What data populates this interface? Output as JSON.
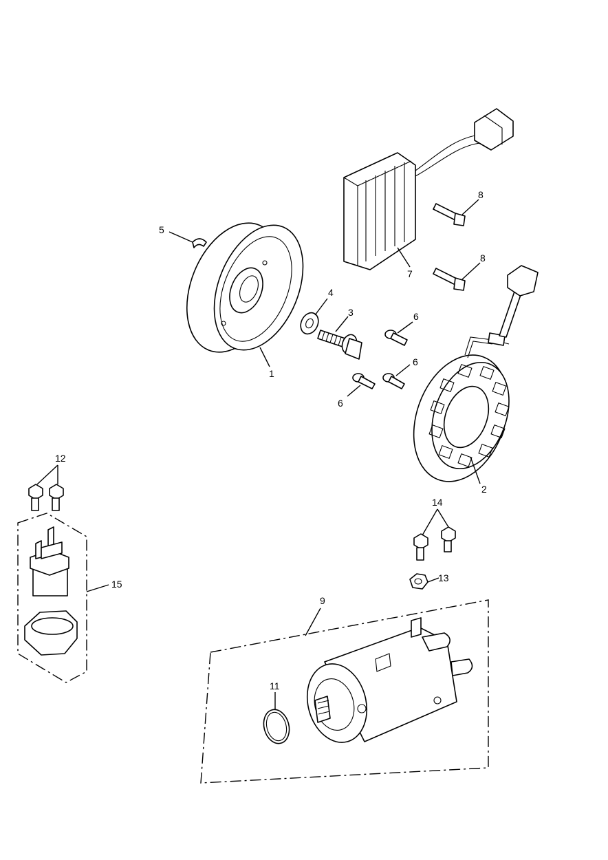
{
  "callouts": {
    "c1": "1",
    "c2": "2",
    "c3": "3",
    "c4": "4",
    "c5": "5",
    "c6a": "6",
    "c6b": "6",
    "c6c": "6",
    "c7": "7",
    "c8a": "8",
    "c8b": "8",
    "c9": "9",
    "c11": "11",
    "c12": "12",
    "c13": "13",
    "c14": "14",
    "c15": "15"
  }
}
